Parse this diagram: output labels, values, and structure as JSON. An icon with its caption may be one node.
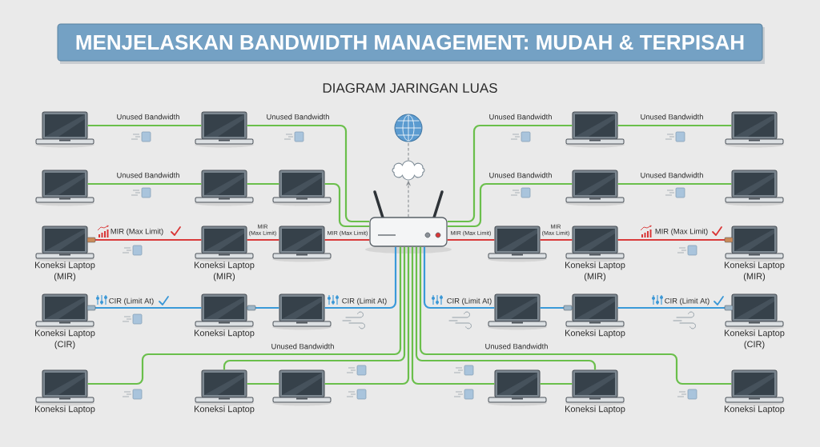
{
  "diagram": {
    "title": "MENJELASKAN BANDWIDTH MANAGEMENT: MUDAH & TERPISAH",
    "nodes": [
      {
        "text": [],
        "shape": "laptop"
      },
      {
        "text": [],
        "shape": "laptop"
      },
      {
        "text": [],
        "shape": "globe"
      },
      {
        "text": [],
        "shape": "laptop"
      },
      {
        "text": [],
        "shape": "laptop"
      },
      {
        "text": [],
        "shape": "laptop"
      },
      {
        "text": [],
        "shape": "laptop"
      },
      {
        "text": [],
        "shape": "laptop"
      },
      {
        "text": [],
        "shape": "cloud"
      },
      {
        "text": [],
        "shape": "laptop"
      },
      {
        "text": [],
        "shape": "laptop"
      },
      {
        "text": [],
        "shape": "laptop",
        "beside": [
          "Koneksi Laptop (MIR)"
        ]
      },
      {
        "text": [],
        "shape": "laptop",
        "beside": [
          "Koneksi Laptop (MIR)"
        ]
      },
      {
        "text": [],
        "shape": "laptop"
      },
      {
        "text": [],
        "shape": "router"
      },
      {
        "text": [],
        "shape": "laptop"
      },
      {
        "text": [],
        "shape": "laptop",
        "beside": [
          "Koneksi Laptop (MIR)"
        ]
      },
      {
        "text": [],
        "shape": "laptop",
        "beside": [
          "Koneksi Laptop (MIR)"
        ]
      },
      {
        "text": [],
        "shape": "laptop",
        "beside": [
          "Koneksi Laptop (CIR)"
        ]
      },
      {
        "text": [],
        "shape": "laptop",
        "beside": [
          "Koneksi Laptop"
        ]
      },
      {
        "text": [],
        "shape": "laptop"
      },
      {
        "text": [],
        "shape": "laptop"
      },
      {
        "text": [],
        "shape": "laptop",
        "beside": [
          "Koneksi Laptop"
        ]
      },
      {
        "text": [],
        "shape": "laptop",
        "beside": [
          "Koneksi Laptop (CIR)"
        ]
      },
      {
        "text": [],
        "shape": "laptop",
        "beside": [
          "Koneksi Laptop"
        ]
      },
      {
        "text": [],
        "shape": "laptop",
        "beside": [
          "Koneksi Laptop"
        ]
      },
      {
        "text": [],
        "shape": "laptop"
      },
      {
        "text": [],
        "shape": "laptop"
      },
      {
        "text": [],
        "shape": "laptop",
        "beside": [
          "Koneksi Laptop"
        ]
      },
      {
        "text": [],
        "shape": "laptop",
        "beside": [
          "Koneksi Laptop"
        ]
      }
    ],
    "edges": [
      {
        "from": 0,
        "to": 1,
        "arrow": "none",
        "label": "Unused Bandwidth"
      },
      {
        "from": 1,
        "to": 14,
        "arrow": "none",
        "label": "Unused Bandwidth"
      },
      {
        "from": 14,
        "to": 3,
        "arrow": "none",
        "label": "Unused Bandwidth"
      },
      {
        "from": 3,
        "to": 4,
        "arrow": "none",
        "label": "Unused Bandwidth"
      },
      {
        "from": 5,
        "to": 6,
        "arrow": "none",
        "label": "Unused Bandwidth"
      },
      {
        "from": 6,
        "to": 7,
        "arrow": "none"
      },
      {
        "from": 7,
        "to": 14,
        "arrow": "none"
      },
      {
        "from": 14,
        "to": 9,
        "arrow": "none",
        "label": "Unused Bandwidth"
      },
      {
        "from": 9,
        "to": 10,
        "arrow": "none",
        "label": "Unused Bandwidth"
      },
      {
        "from": 14,
        "to": 8,
        "arrow": "to",
        "style": "dashed",
        "color": "#8a8f94"
      },
      {
        "from": 8,
        "to": 2,
        "arrow": "none",
        "style": "dashed",
        "color": "#8a8f94"
      },
      {
        "from": 11,
        "to": 12,
        "arrow": "none",
        "label": "MIR (Max Limit)",
        "color": "#d93b3b"
      },
      {
        "from": 12,
        "to": 13,
        "arrow": "none",
        "label": "MIR (Max Limit)",
        "color": "#d93b3b"
      },
      {
        "from": 13,
        "to": 14,
        "arrow": "none",
        "label": "MIR (Max Limit)",
        "color": "#d93b3b"
      },
      {
        "from": 14,
        "to": 15,
        "arrow": "none",
        "label": "MIR (Max Limit)",
        "color": "#d93b3b"
      },
      {
        "from": 15,
        "to": 16,
        "arrow": "none",
        "label": "MIR (Max Limit)",
        "color": "#d93b3b"
      },
      {
        "from": 16,
        "to": 17,
        "arrow": "none",
        "label": "MIR (Max Limit)",
        "color": "#d93b3b"
      },
      {
        "from": 18,
        "to": 19,
        "arrow": "none",
        "label": "CIR (Limit At)",
        "color": "#3a9ad9"
      },
      {
        "from": 19,
        "to": 20,
        "arrow": "none",
        "color": "#3a9ad9"
      },
      {
        "from": 20,
        "to": 14,
        "arrow": "none",
        "label": "CIR (Limit At)",
        "color": "#3a9ad9"
      },
      {
        "from": 14,
        "to": 21,
        "arrow": "none",
        "label": "CIR (Limit At)",
        "color": "#3a9ad9"
      },
      {
        "from": 21,
        "to": 22,
        "arrow": "none",
        "color": "#3a9ad9"
      },
      {
        "from": 22,
        "to": 23,
        "arrow": "none",
        "label": "CIR (Limit At)",
        "color": "#3a9ad9"
      },
      {
        "from": 24,
        "to": 14,
        "arrow": "none",
        "label": "Unused Bandwidth"
      },
      {
        "from": 25,
        "to": 14,
        "arrow": "none"
      },
      {
        "from": 25,
        "to": 26,
        "arrow": "none"
      },
      {
        "from": 26,
        "to": 14,
        "arrow": "none"
      },
      {
        "from": 14,
        "to": 27,
        "arrow": "none"
      },
      {
        "from": 27,
        "to": 28,
        "arrow": "none"
      },
      {
        "from": 14,
        "to": 28,
        "arrow": "none"
      },
      {
        "from": 14,
        "to": 29,
        "arrow": "none",
        "label": "Unused Bandwidth"
      }
    ],
    "labels": [
      "DIAGRAM JARINGAN LUAS"
    ]
  }
}
